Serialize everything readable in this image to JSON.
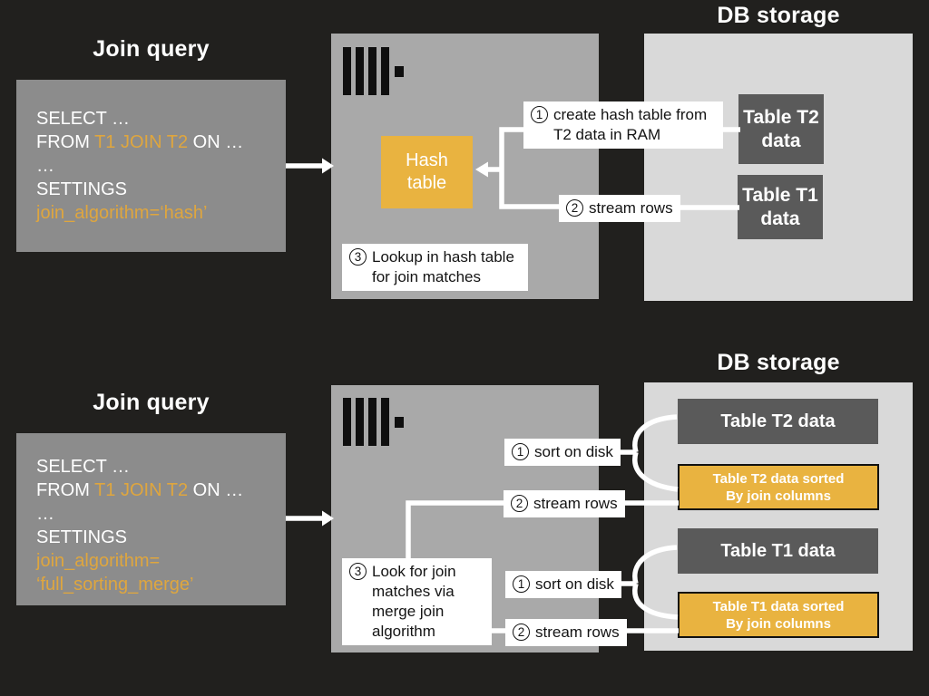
{
  "colors": {
    "background": "#21201e",
    "query_box": "#8c8c8c",
    "server_box": "#a9a9a9",
    "db_storage": "#d9d9d9",
    "table_dark": "#5a5a5a",
    "accent": "#e9b340",
    "accent_text": "#dfa63e",
    "label_bg": "#ffffff",
    "label_ink": "#141414",
    "white": "#ffffff"
  },
  "hash_join": {
    "title": "Join query",
    "code": {
      "line1": "SELECT …",
      "line2_pre": "FROM ",
      "line2_accent": "T1 JOIN T2",
      "line2_post": " ON …",
      "line3": "…",
      "line4": "SETTINGS",
      "line5": "join_algorithm=‘hash’"
    },
    "hash_table_line1": "Hash",
    "hash_table_line2": "table",
    "steps": {
      "s1_num": "1",
      "s1_text": "create hash table from T2 data in RAM",
      "s2_num": "2",
      "s2_text": "stream rows",
      "s3_num": "3",
      "s3_text": "Lookup in hash table for join matches"
    },
    "db": {
      "title": "DB storage",
      "t2_line1": "Table T2",
      "t2_line2": "data",
      "t1_line1": "Table T1",
      "t1_line2": "data"
    }
  },
  "merge_join": {
    "title": "Join query",
    "code": {
      "line1": "SELECT …",
      "line2_pre": "FROM ",
      "line2_accent": "T1 JOIN T2",
      "line2_post": " ON …",
      "line3": "…",
      "line4": "SETTINGS",
      "line5": "join_algorithm=",
      "line6": "‘full_sorting_merge’"
    },
    "steps": {
      "sort1_num": "1",
      "sort1_text": "sort on disk",
      "stream1_num": "2",
      "stream1_text": "stream rows",
      "sort2_num": "1",
      "sort2_text": "sort on disk",
      "stream2_num": "2",
      "stream2_text": "stream rows",
      "s3_num": "3",
      "s3_text": "Look for join matches via merge join algorithm"
    },
    "db": {
      "title": "DB storage",
      "t2": "Table T2 data",
      "t2_sorted_line1": "Table T2 data sorted",
      "t2_sorted_line2": "By join columns",
      "t1": "Table T1 data",
      "t1_sorted_line1": "Table T1 data sorted",
      "t1_sorted_line2": "By join columns"
    }
  }
}
